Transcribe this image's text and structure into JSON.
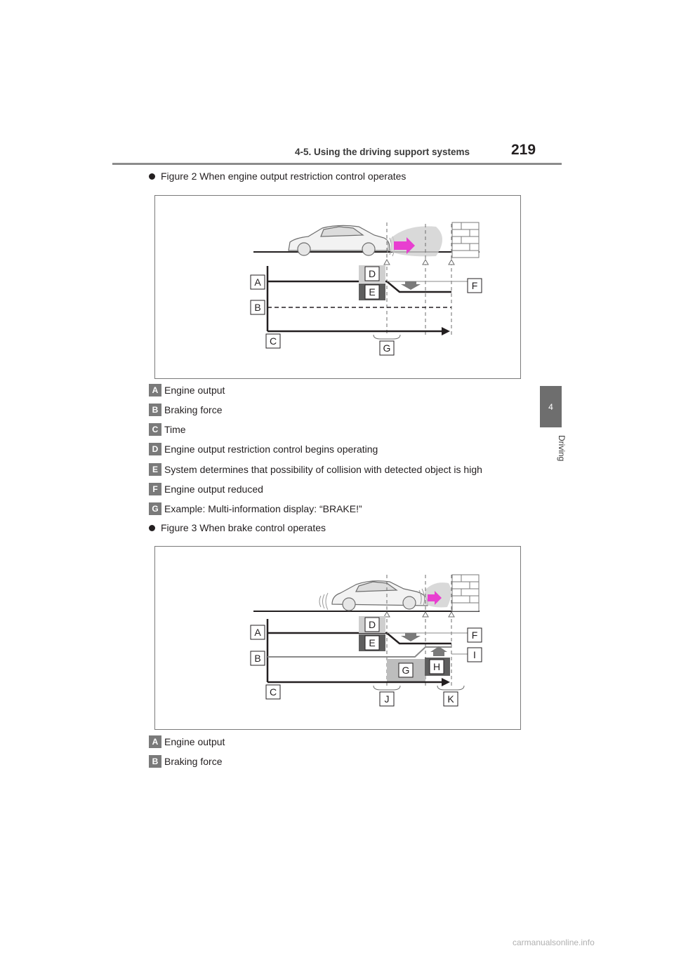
{
  "header": {
    "title": "4-5. Using the driving support systems",
    "page_number": "219"
  },
  "side_tab": {
    "number": "4",
    "label": "Driving"
  },
  "figure2": {
    "caption": "Figure 2 When engine output restriction control operates",
    "diagram_labels": [
      "A",
      "B",
      "C",
      "D",
      "E",
      "F",
      "G"
    ]
  },
  "legend2": [
    {
      "key": "A",
      "text": "Engine output"
    },
    {
      "key": "B",
      "text": "Braking force"
    },
    {
      "key": "C",
      "text": "Time"
    },
    {
      "key": "D",
      "text": "Engine output restriction control begins operating"
    },
    {
      "key": "E",
      "text": "System determines that possibility of collision with detected object is high"
    },
    {
      "key": "F",
      "text": "Engine output reduced"
    },
    {
      "key": "G",
      "text": "Example: Multi-information display: “BRAKE!”"
    }
  ],
  "figure3": {
    "caption": "Figure 3 When brake control operates",
    "diagram_labels": [
      "A",
      "B",
      "C",
      "D",
      "E",
      "F",
      "G",
      "H",
      "I",
      "J",
      "K"
    ]
  },
  "legend3": [
    {
      "key": "A",
      "text": "Engine output"
    },
    {
      "key": "B",
      "text": "Braking force"
    }
  ],
  "watermark": "carmanualsonline.info",
  "colors": {
    "key_bg": "#7a7a7a",
    "arrow_magenta": "#e83fd0",
    "rule": "#8c8c8c",
    "tab_bg": "#6e6e6e"
  }
}
